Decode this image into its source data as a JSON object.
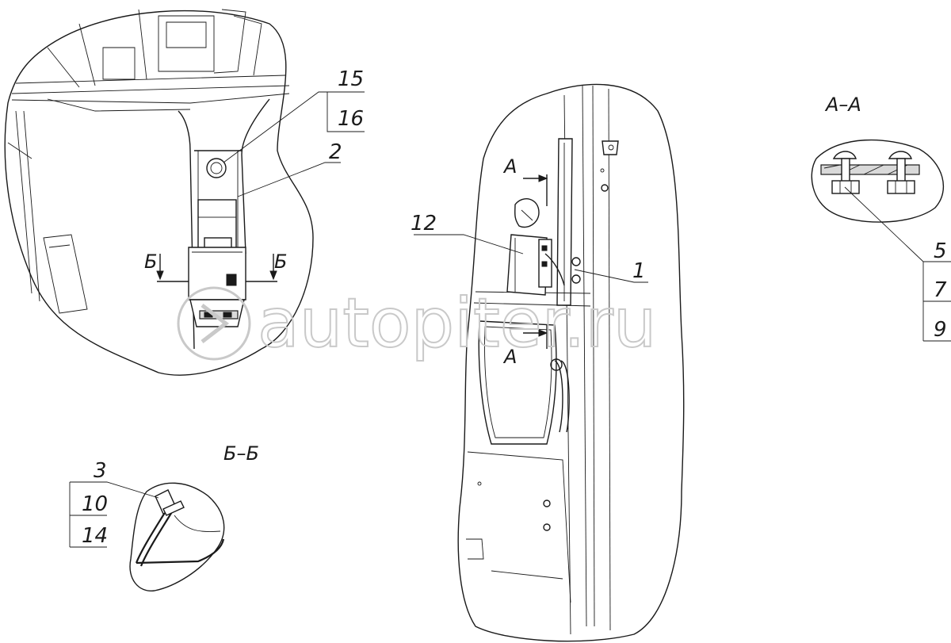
{
  "drawing": {
    "labels": {
      "p15": "15",
      "p16": "16",
      "p2": "2",
      "p12": "12",
      "p1": "1",
      "p5": "5",
      "p7": "7",
      "p9": "9",
      "p3": "3",
      "p10": "10",
      "p14": "14"
    },
    "sections": {
      "aa_title": "А–А",
      "bb_title": "Б–Б",
      "a_top": "А",
      "a_bottom": "А",
      "b_left": "Б",
      "b_right": "Б"
    },
    "watermark": "autopiter.ru"
  }
}
